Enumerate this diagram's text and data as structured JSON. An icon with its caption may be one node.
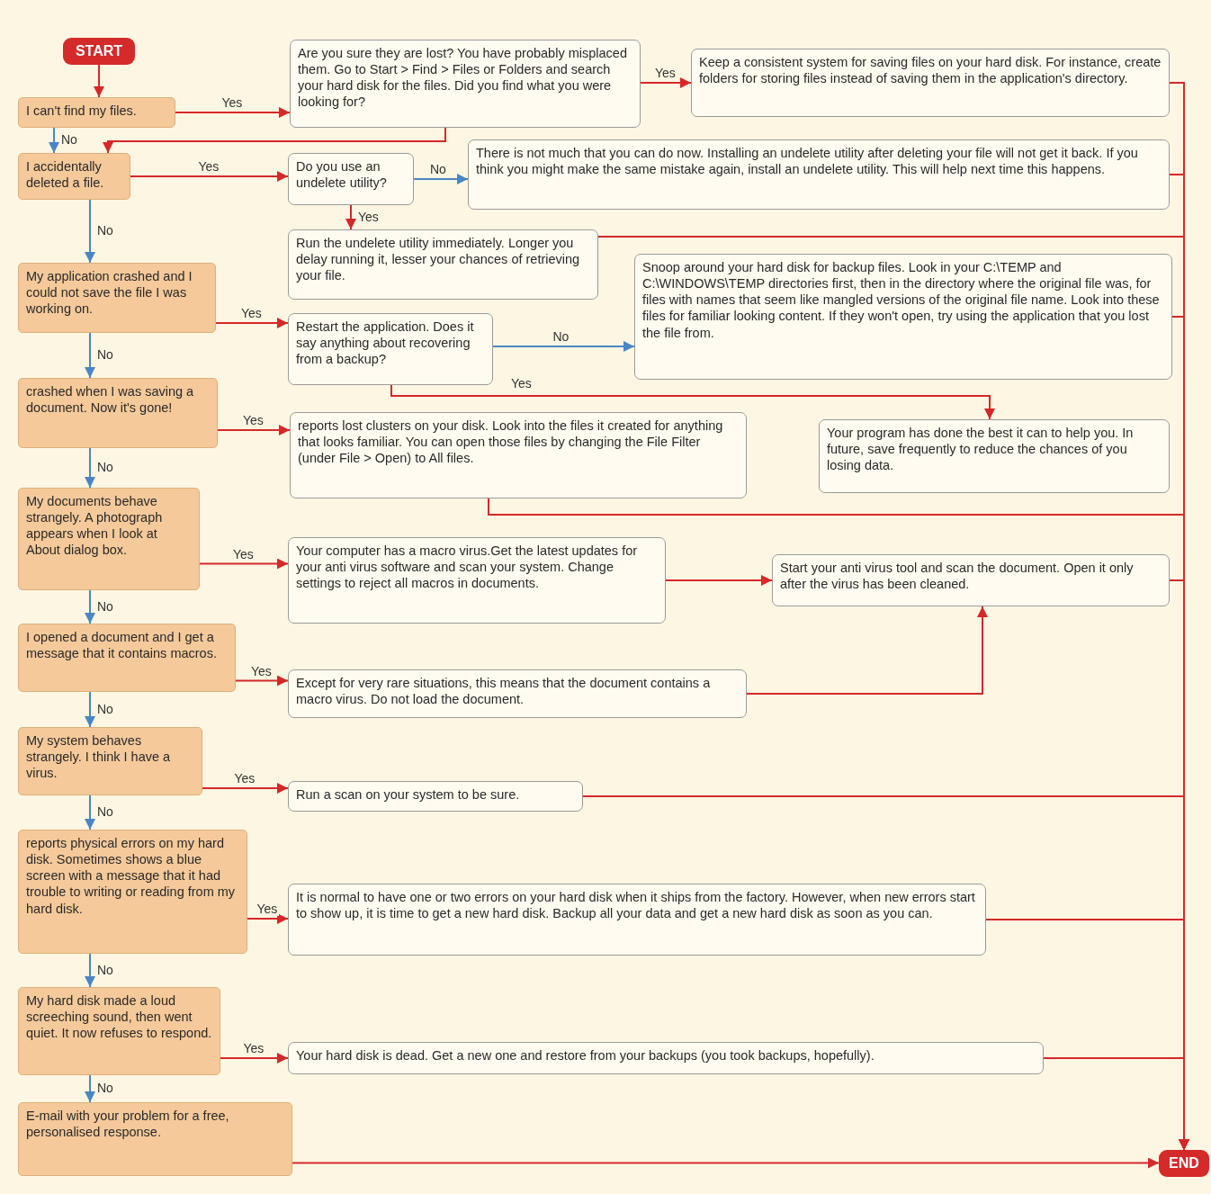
{
  "diagram": {
    "nodes": [
      {
        "text": [
          "START"
        ]
      },
      {
        "text": [
          "I can't find my files."
        ]
      },
      {
        "text": [
          "Are you sure they are lost? You have probably misplaced them. Go to Start > Find > Files or Folders and search your hard disk for the files. Did you find what you were looking for?"
        ]
      },
      {
        "text": [
          "Keep a consistent system for saving files on your hard disk. For instance, create folders for storing files instead of saving them in the application's directory."
        ]
      },
      {
        "text": [
          "I accidentally deleted a file."
        ]
      },
      {
        "text": [
          "Do you use an undelete utility?"
        ]
      },
      {
        "text": [
          "There is not much that you can do now. Installing an undelete utility after deleting your file will not get it back. If you think you might make the same mistake again, install an undelete utility. This will help next time this happens."
        ]
      },
      {
        "text": [
          "Run the undelete utility immediately. Longer you delay running it, lesser your chances of retrieving your file."
        ]
      },
      {
        "text": [
          "My application crashed and I could not save the file I was working on."
        ]
      },
      {
        "text": [
          "Restart the application. Does it say anything about recovering from a backup?"
        ]
      },
      {
        "text": [
          "Snoop around your hard disk for backup files. Look in your C:\\TEMP and C:\\WINDOWS\\TEMP directories first, then in the directory where the original file was, for files with names that seem like mangled versions of the original file name. Look into these files for familiar looking content. If they won't open, try using the application that you lost the file from."
        ]
      },
      {
        "text": [
          "Your program has done the best it can to help you. In future, save frequently to reduce the chances of you losing data."
        ]
      },
      {
        "text": [
          "crashed when I was saving a document. Now it's gone!"
        ]
      },
      {
        "text": [
          "reports lost clusters on your disk. Look into the files it created for anything that looks familiar. You can open those files by changing the File Filter (under File > Open) to All files."
        ]
      },
      {
        "text": [
          "My documents behave strangely. A photograph appears when I look at About dialog box."
        ]
      },
      {
        "text": [
          "Your computer has a macro virus.Get the latest updates for your anti virus software and scan your system. Change settings to reject all macros in documents."
        ]
      },
      {
        "text": [
          "Start your anti virus tool and scan the document. Open it only after the virus has been cleaned."
        ]
      },
      {
        "text": [
          "I opened a document and I get a message that it contains macros."
        ]
      },
      {
        "text": [
          "Except for very rare situations, this means that the document contains a macro virus. Do not load the document."
        ]
      },
      {
        "text": [
          "My system behaves strangely. I think I have a virus."
        ]
      },
      {
        "text": [
          "Run a scan on your system to be sure."
        ]
      },
      {
        "text": [
          "reports physical errors on my hard disk. Sometimes shows a blue screen with a message that it had trouble to writing or reading from my hard disk."
        ]
      },
      {
        "text": [
          "It is normal to have one or two errors on your hard disk when it ships from the factory. However, when new errors start to show up, it is time to get a new hard disk. Backup all your data and get a new hard disk as soon as you can."
        ]
      },
      {
        "text": [
          "My hard disk made a loud screeching sound, then went quiet. It now refuses to respond."
        ]
      },
      {
        "text": [
          "Your hard disk is dead. Get a new one and restore from your backups (you took backups, hopefully)."
        ]
      },
      {
        "text": [
          "E-mail with your problem for a free, personalised response."
        ]
      },
      {
        "text": [
          "END"
        ]
      }
    ],
    "edges": [
      {
        "from": 0,
        "to": 1,
        "arrow": "to"
      },
      {
        "from": 1,
        "to": 2,
        "arrow": "to",
        "label": "Yes"
      },
      {
        "from": 2,
        "to": 3,
        "arrow": "to",
        "label": "Yes"
      },
      {
        "from": 2,
        "to": 4,
        "arrow": "to"
      },
      {
        "from": 1,
        "to": 4,
        "arrow": "to",
        "label": "No",
        "color": "#4a86c5"
      },
      {
        "from": 4,
        "to": 5,
        "arrow": "to",
        "label": "Yes"
      },
      {
        "from": 5,
        "to": 6,
        "arrow": "to",
        "label": "No",
        "color": "#4a86c5"
      },
      {
        "from": 5,
        "to": 7,
        "arrow": "to",
        "label": "Yes"
      },
      {
        "from": 4,
        "to": 8,
        "arrow": "to",
        "label": "No",
        "color": "#4a86c5"
      },
      {
        "from": 8,
        "to": 9,
        "arrow": "to",
        "label": "Yes"
      },
      {
        "from": 9,
        "to": 10,
        "arrow": "to",
        "label": "No",
        "color": "#4a86c5"
      },
      {
        "from": 9,
        "to": 11,
        "arrow": "to",
        "label": "Yes"
      },
      {
        "from": 8,
        "to": 12,
        "arrow": "to",
        "label": "No",
        "color": "#4a86c5"
      },
      {
        "from": 12,
        "to": 13,
        "arrow": "to",
        "label": "Yes"
      },
      {
        "from": 12,
        "to": 14,
        "arrow": "to",
        "label": "No",
        "color": "#4a86c5"
      },
      {
        "from": 14,
        "to": 15,
        "arrow": "to",
        "label": "Yes"
      },
      {
        "from": 15,
        "to": 16,
        "arrow": "to"
      },
      {
        "from": 14,
        "to": 17,
        "arrow": "to",
        "label": "No",
        "color": "#4a86c5"
      },
      {
        "from": 17,
        "to": 18,
        "arrow": "to",
        "label": "Yes"
      },
      {
        "from": 18,
        "to": 16,
        "arrow": "to"
      },
      {
        "from": 17,
        "to": 19,
        "arrow": "to",
        "label": "No",
        "color": "#4a86c5"
      },
      {
        "from": 19,
        "to": 20,
        "arrow": "to",
        "label": "Yes"
      },
      {
        "from": 19,
        "to": 21,
        "arrow": "to",
        "label": "No",
        "color": "#4a86c5"
      },
      {
        "from": 21,
        "to": 22,
        "arrow": "to",
        "label": "Yes"
      },
      {
        "from": 21,
        "to": 23,
        "arrow": "to",
        "label": "No",
        "color": "#4a86c5"
      },
      {
        "from": 23,
        "to": 24,
        "arrow": "to",
        "label": "Yes"
      },
      {
        "from": 23,
        "to": 25,
        "arrow": "to",
        "label": "No",
        "color": "#4a86c5"
      },
      {
        "from": 3,
        "to": 26,
        "arrow": "to"
      },
      {
        "from": 6,
        "to": 26,
        "arrow": "to"
      },
      {
        "from": 7,
        "to": 26,
        "arrow": "to"
      },
      {
        "from": 10,
        "to": 26,
        "arrow": "to"
      },
      {
        "from": 13,
        "to": 26,
        "arrow": "to"
      },
      {
        "from": 16,
        "to": 26,
        "arrow": "to"
      },
      {
        "from": 20,
        "to": 26,
        "arrow": "to"
      },
      {
        "from": 22,
        "to": 26,
        "arrow": "to"
      },
      {
        "from": 24,
        "to": 26,
        "arrow": "to"
      },
      {
        "from": 25,
        "to": 26,
        "arrow": "to"
      }
    ]
  }
}
